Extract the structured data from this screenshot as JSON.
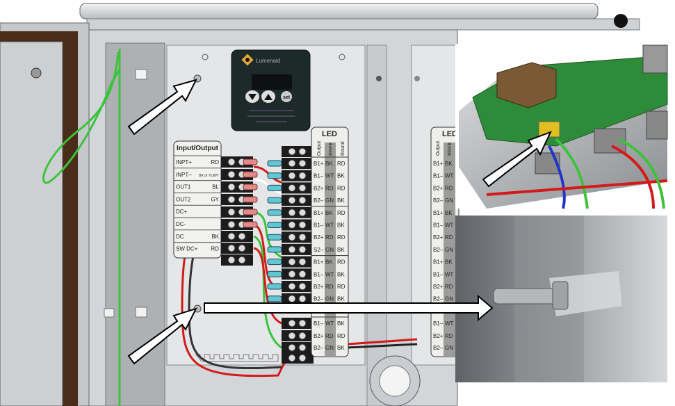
{
  "controller": {
    "brand": "Lumenaid",
    "set_button": "set",
    "up_icon": "triangle-up-icon",
    "down_icon": "triangle-down-icon"
  },
  "io_panel": {
    "title": "Input/Output",
    "rows": [
      {
        "name": "INPT+",
        "color": "RD"
      },
      {
        "name": "INPT–",
        "color": "BK or YLW/T"
      },
      {
        "name": "OUT1",
        "color": "BL"
      },
      {
        "name": "OUT2",
        "color": "GY"
      },
      {
        "name": "DC+",
        "color": ""
      },
      {
        "name": "DC-",
        "color": ""
      },
      {
        "name": "DC",
        "color": "BK"
      },
      {
        "name": "SW DC+",
        "color": "RD"
      }
    ]
  },
  "led_table": {
    "title": "LED",
    "columns": [
      "Output",
      "RRFB",
      "Round"
    ],
    "rows": [
      [
        "B1+",
        "BK",
        "RD"
      ],
      [
        "B1–",
        "WT",
        "BK"
      ],
      [
        "B2+",
        "RD",
        "RD"
      ],
      [
        "B2–",
        "GN",
        "BK"
      ],
      [
        "B1+",
        "BK",
        "RD"
      ],
      [
        "B1–",
        "WT",
        "BK"
      ],
      [
        "B2+",
        "RD",
        "RD"
      ],
      [
        "S2–",
        "GN",
        "BK"
      ],
      [
        "B1+",
        "BK",
        "RD"
      ],
      [
        "B1–",
        "WT",
        "BK"
      ],
      [
        "B2+",
        "RD",
        "RD"
      ],
      [
        "B2–",
        "GN",
        "BK"
      ],
      [
        "B1–",
        "WT",
        "BK"
      ],
      [
        "B2+",
        "RD",
        "RD"
      ],
      [
        "B2–",
        "GN",
        "BK"
      ]
    ]
  },
  "led_table_2": {
    "title": "LED",
    "columns": [
      "Output",
      "RRFB"
    ],
    "rows": [
      [
        "B1+",
        "BK"
      ],
      [
        "B1–",
        "WT"
      ],
      [
        "B2+",
        "RD"
      ],
      [
        "B2–",
        "GN"
      ],
      [
        "B1+",
        "BK"
      ],
      [
        "B1–",
        "WT"
      ],
      [
        "B2+",
        "RD"
      ],
      [
        "B2–",
        "GN"
      ],
      [
        "B1+",
        "BK"
      ],
      [
        "B1–",
        "WT"
      ],
      [
        "B2+",
        "RD"
      ],
      [
        "B2–",
        "GN"
      ],
      [
        "B1–",
        "WT"
      ],
      [
        "B2+",
        "RD"
      ],
      [
        "B2–",
        "GN"
      ]
    ]
  },
  "colors": {
    "panel": "#c9ccd0",
    "pcb": "#2e8b3a",
    "wire_green": "#3cc23c",
    "wire_red": "#d21a1a"
  }
}
